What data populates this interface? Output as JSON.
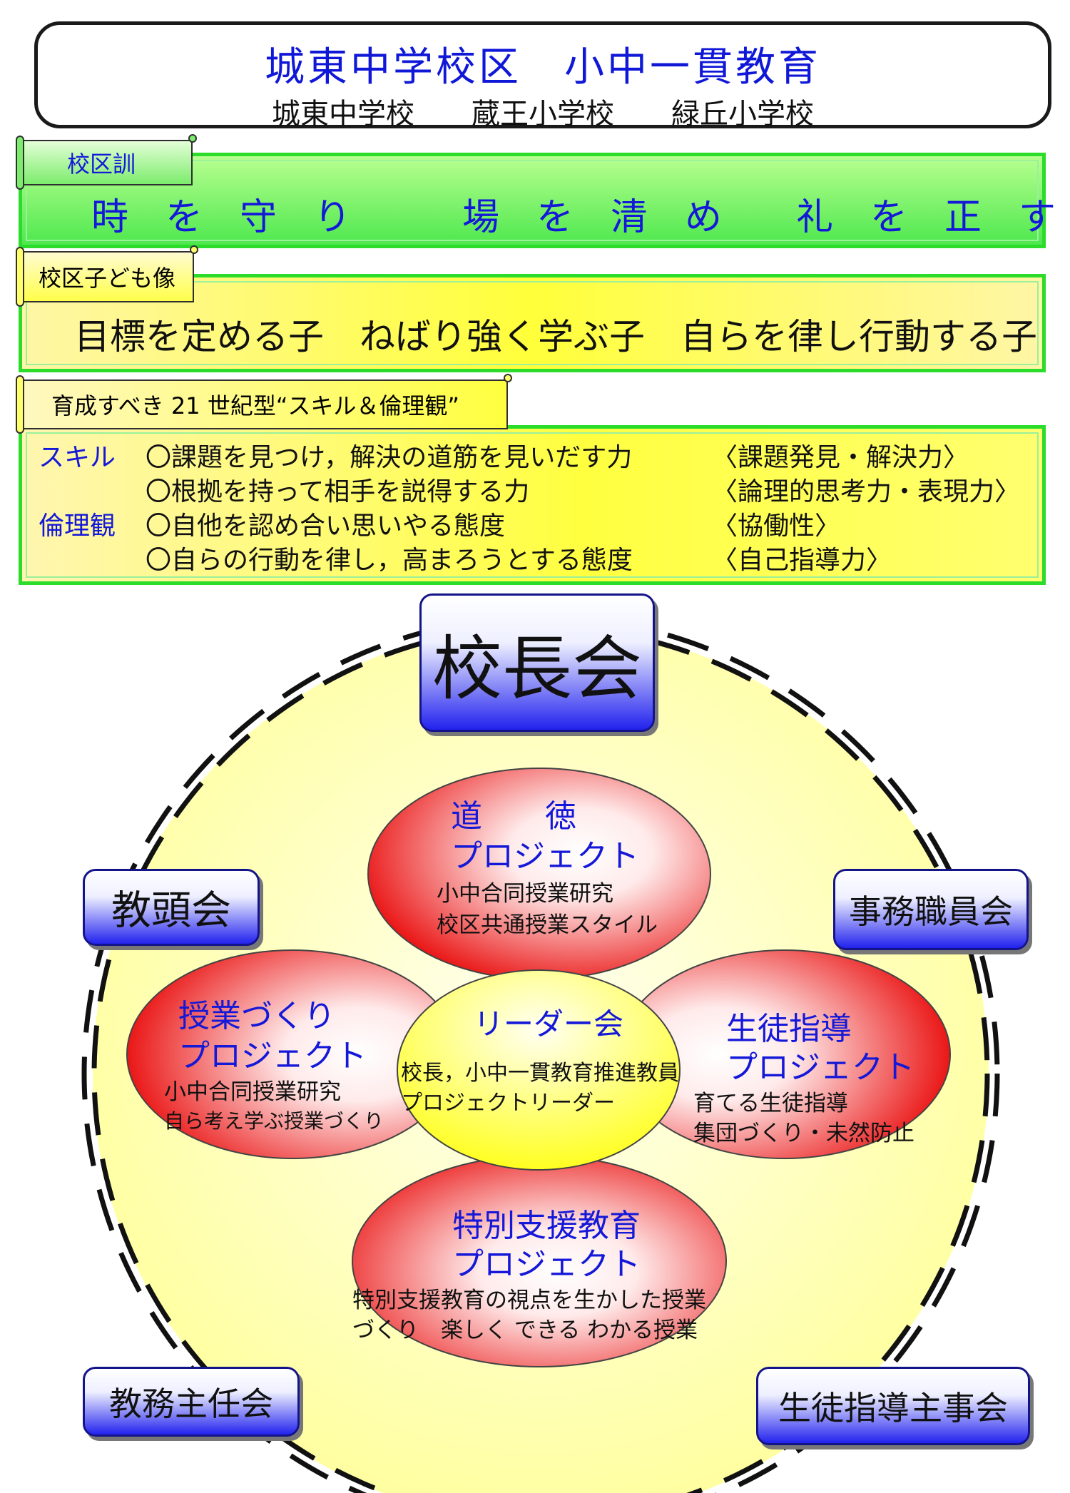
{
  "header": {
    "title": "城東中学校区　小中一貫教育",
    "schools": "城東中学校　　蔵王小学校　　緑丘小学校"
  },
  "motto": {
    "label": "校区訓",
    "text": "時　を　守　り　　　場　を　清　め　　礼　を　正　す"
  },
  "ideal_child": {
    "label": "校区子ども像",
    "text": "目標を定める子　ねばり強く学ぶ子　自らを律し行動する子"
  },
  "skills": {
    "label": "育成すべき 21 世紀型“スキル＆倫理観”",
    "rows": [
      {
        "category": "スキル",
        "item": "〇課題を見つけ，解決の道筋を見いだす力",
        "tag": "〈課題発見・解決力〉"
      },
      {
        "category": "",
        "item": "〇根拠を持って相手を説得する力",
        "tag": "〈論理的思考力・表現力〉"
      },
      {
        "category": "倫理観",
        "item": "〇自他を認め合い思いやる態度",
        "tag": "〈協働性〉"
      },
      {
        "category": "",
        "item": "〇自らの行動を律し，高まろうとする態度",
        "tag": "〈自己指導力〉"
      }
    ]
  },
  "councils": {
    "principals": "校長会",
    "vice_principals": "教頭会",
    "office_staff": "事務職員会",
    "academic_affairs": "教務主任会",
    "student_guidance": "生徒指導主事会"
  },
  "projects": {
    "moral": {
      "title_1": "道　　徳",
      "title_2": "プロジェクト",
      "sub_1": "小中合同授業研究",
      "sub_2": "校区共通授業スタイル"
    },
    "lesson": {
      "title_1": "授業づくり",
      "title_2": "プロジェクト",
      "sub_1": "小中合同授業研究",
      "sub_2": "自ら考え学ぶ授業づくり"
    },
    "guidance": {
      "title_1": "生徒指導",
      "title_2": "プロジェクト",
      "sub_1": "育てる生徒指導",
      "sub_2": "集団づくり・未然防止"
    },
    "special": {
      "title_1": "特別支援教育",
      "title_2": "プロジェクト",
      "sub_1": "特別支援教育の視点を生かした授業",
      "sub_2": "づくり　楽しく できる わかる授業"
    }
  },
  "leader": {
    "title": "リーダー会",
    "sub_1": "校長，小中一貫教育推進教員",
    "sub_2": "プロジェクトリーダー"
  },
  "colors": {
    "title_blue": "#1418d8",
    "band_green": "#2bdc2b",
    "band_yellow": "#ffff40",
    "circle_yellow": "#ffffa8",
    "project_red": "#ee0000",
    "council_blue": "#2222ee"
  }
}
